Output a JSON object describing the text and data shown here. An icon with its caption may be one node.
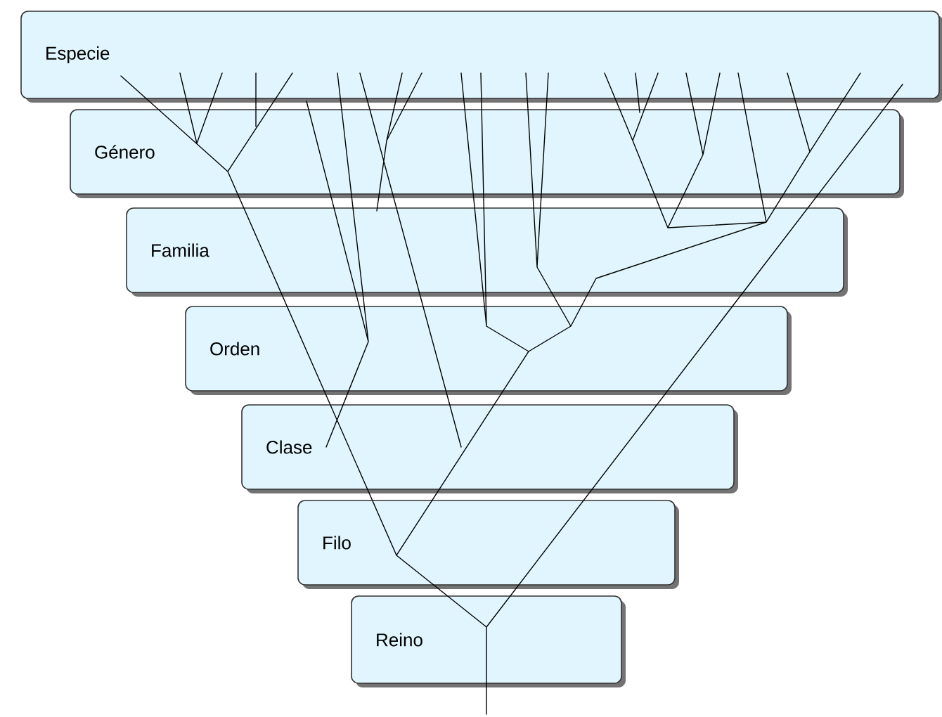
{
  "diagram": {
    "nodes": [
      {
        "text": [
          "Especie"
        ]
      },
      {
        "text": [
          "Género"
        ]
      },
      {
        "text": [
          "Familia"
        ]
      },
      {
        "text": [
          "Orden"
        ]
      },
      {
        "text": [
          "Clase"
        ]
      },
      {
        "text": [
          "Filo"
        ]
      },
      {
        "text": [
          "Reino"
        ]
      }
    ]
  }
}
